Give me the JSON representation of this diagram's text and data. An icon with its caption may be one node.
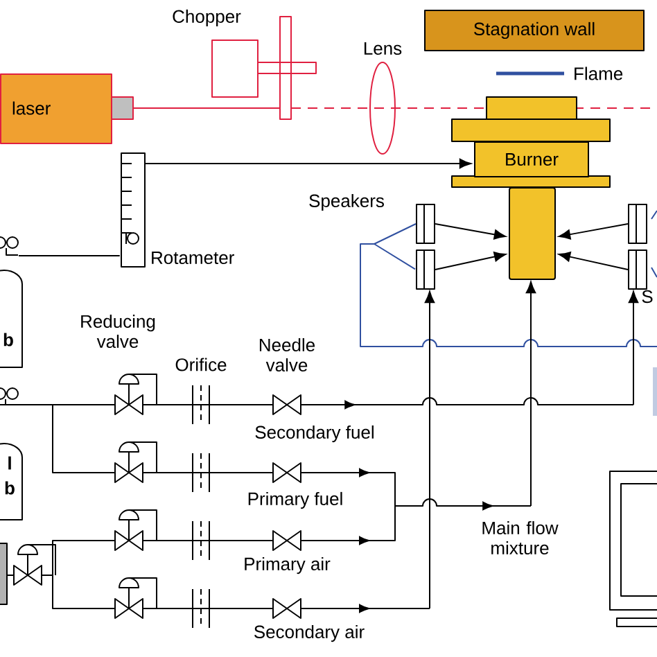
{
  "diagram": {
    "nodes": [
      {
        "text": [
          "laser"
        ]
      },
      {
        "text": [
          "Stagnation wall"
        ]
      },
      {
        "text": [
          "Burner"
        ]
      },
      {
        "text": [],
        "shape": "bar"
      },
      {
        "text": [],
        "shape": "box",
        "beside": [
          "Rotameter"
        ]
      },
      {
        "text": [],
        "shape": "box"
      },
      {
        "text": [],
        "shape": "box"
      },
      {
        "text": [],
        "shape": "box"
      },
      {
        "text": [],
        "shape": "box"
      },
      {
        "text": [],
        "shape": "circle"
      }
    ],
    "edges": [
      {
        "from": 4,
        "to": 2,
        "arrow": "to"
      },
      {
        "from": 5,
        "to": 3,
        "arrow": "to"
      },
      {
        "from": 6,
        "to": 3,
        "arrow": "to"
      },
      {
        "from": 7,
        "to": 3,
        "arrow": "to"
      },
      {
        "from": 8,
        "to": 3,
        "arrow": "to"
      },
      {
        "from": null,
        "to": 6,
        "arrow": "to"
      },
      {
        "from": null,
        "to": 3,
        "arrow": "to"
      },
      {
        "from": null,
        "to": 8,
        "arrow": "to"
      },
      {
        "from": 9,
        "to": 4,
        "arrow": "none"
      },
      {
        "from": 5,
        "to": 6,
        "arrow": "none",
        "color": "#3050a0"
      }
    ],
    "labels": [
      "Chopper",
      "Lens",
      "Speakers",
      "b",
      "Reducing valve",
      "Orifice",
      "Needle valve",
      "l",
      "b",
      "S",
      "Secondary fuel",
      "Primary fuel",
      "Primary air",
      "Main flow mixture",
      "Secondary air"
    ],
    "legend": [
      {
        "text": "Flame"
      }
    ]
  }
}
